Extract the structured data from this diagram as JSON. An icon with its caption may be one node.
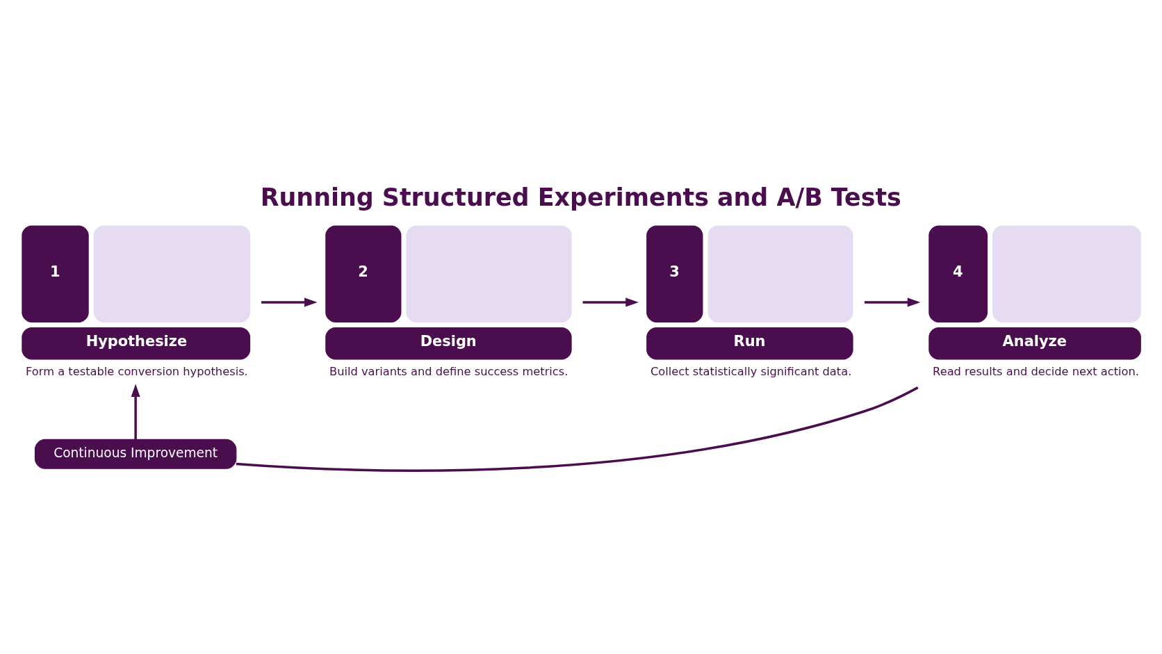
{
  "diagram": {
    "title": "Running Structured Experiments and A/B Tests",
    "nodes": [
      {
        "text": [
          "1",
          "Hypothesize"
        ],
        "beside": [
          "Form a testable conversion hypothesis."
        ]
      },
      {
        "text": [
          "2",
          "Design"
        ],
        "beside": [
          "Build variants and define success metrics."
        ]
      },
      {
        "text": [
          "3",
          "Run"
        ],
        "beside": [
          "Collect statistically significant data."
        ]
      },
      {
        "text": [
          "4",
          "Analyze"
        ],
        "beside": [
          "Read results and decide next action."
        ]
      },
      {
        "text": [
          "Continuous Improvement"
        ]
      }
    ],
    "edges": [
      {
        "from": 0,
        "to": 1,
        "arrow": "to"
      },
      {
        "from": 1,
        "to": 2,
        "arrow": "to"
      },
      {
        "from": 2,
        "to": 3,
        "arrow": "to"
      },
      {
        "from": 3,
        "to": 4,
        "arrow": "none"
      },
      {
        "from": 4,
        "to": 0,
        "arrow": "to"
      }
    ]
  }
}
